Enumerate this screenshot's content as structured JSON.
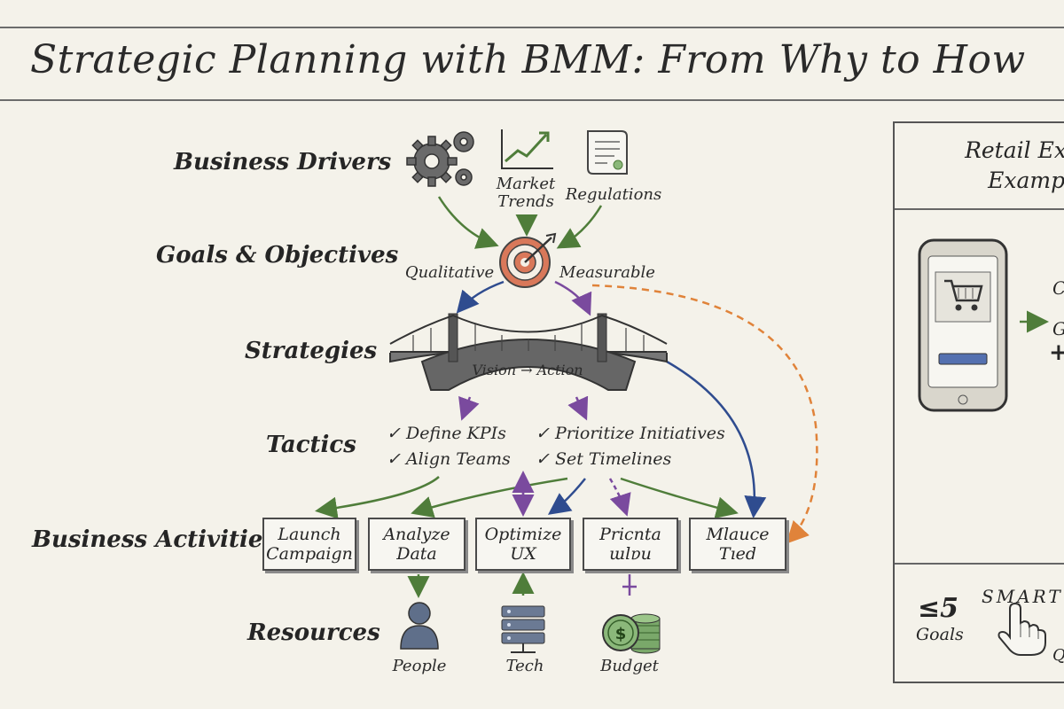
{
  "title": "Strategic Planning with BMM: From Why to How",
  "levels": {
    "drivers": "Business Drivers",
    "goals": "Goals & Objectives",
    "strategies": "Strategies",
    "tactics": "Tactics",
    "activities": "Business Activities",
    "resources": "Resources"
  },
  "drivers": {
    "market_trends": "Market\nTrends",
    "regulations": "Regulations"
  },
  "goals": {
    "qualitative": "Qualitative",
    "measurable": "Measurable"
  },
  "bridge_label": "Vision → Action",
  "tactics": {
    "left": [
      "✓ Define KPIs",
      "✓ Align Teams"
    ],
    "right": [
      "✓ Prioritize Initiatives",
      "✓ Set Timelines"
    ]
  },
  "activities": [
    "Launch\nCampaign",
    "Analyze\nData",
    "Optimize\nUX",
    "Pricnta\nɯlɐu",
    "Mlauce\nTıed"
  ],
  "resources": {
    "people": "People",
    "tech": "Tech",
    "budget": "Budget"
  },
  "example": {
    "title": "Retail Expan\nExample",
    "goals_count": "≤5",
    "goals_label": "Goals",
    "smart": "SMART",
    "side_fragments": [
      "C",
      "G",
      "+",
      "Q"
    ]
  },
  "colors": {
    "green": "#4f7d3a",
    "blue": "#2f4c8f",
    "purple": "#7a4a9e",
    "orange": "#e0833a",
    "target": "#d9785a"
  },
  "icons": [
    "gears-icon",
    "trend-chart-icon",
    "document-scroll-icon",
    "target-icon",
    "bridge-icon",
    "person-icon",
    "server-icon",
    "coins-icon",
    "smartphone-icon",
    "shopping-cart-icon",
    "hand-pointer-icon"
  ]
}
